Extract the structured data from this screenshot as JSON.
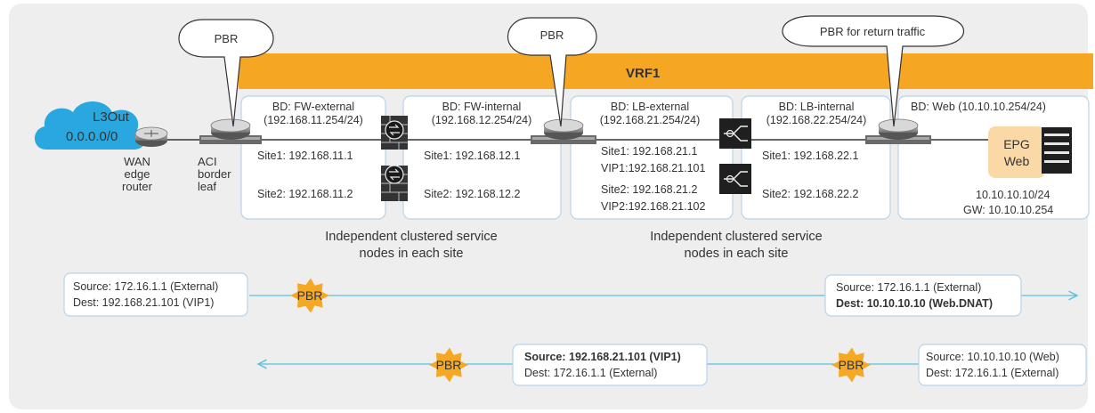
{
  "vrf": {
    "label": "VRF1"
  },
  "callouts": {
    "pbr1": "PBR",
    "pbr2": "PBR",
    "pbr3": "PBR for return traffic"
  },
  "cloud": {
    "line1": "L3Out",
    "line2": "0.0.0.0/0"
  },
  "wan_router": {
    "line1": "WAN",
    "line2": "edge",
    "line3": "router"
  },
  "border_leaf": {
    "line1": "ACI",
    "line2": "border",
    "line3": "leaf"
  },
  "bd_fw_external": {
    "title": "BD: FW-external",
    "subnet": "(192.168.11.254/24)",
    "site1": "Site1: 192.168.11.1",
    "site2": "Site2: 192.168.11.2"
  },
  "bd_fw_internal": {
    "title": "BD: FW-internal",
    "subnet": "(192.168.12.254/24)",
    "site1": "Site1: 192.168.12.1",
    "site2": "Site2: 192.168.12.2"
  },
  "bd_lb_external": {
    "title": "BD: LB-external",
    "subnet": "(192.168.21.254/24)",
    "site1": "Site1: 192.168.21.1",
    "vip1": "VIP1:192.168.21.101",
    "site2": "Site2: 192.168.21.2",
    "vip2": "VIP2:192.168.21.102"
  },
  "bd_lb_internal": {
    "title": "BD: LB-internal",
    "subnet": "(192.168.22.254/24)",
    "site1": "Site1: 192.168.22.1",
    "site2": "Site2: 192.168.22.2"
  },
  "bd_web": {
    "title": "BD: Web (10.10.10.254/24)",
    "epg_line1": "EPG",
    "epg_line2": "Web",
    "ip": "10.10.10.10/24",
    "gw": "GW: 10.10.10.254"
  },
  "cluster_note_1": {
    "line1": "Independent clustered service",
    "line2": "nodes in each site"
  },
  "cluster_note_2": {
    "line1": "Independent clustered service",
    "line2": "nodes in each site"
  },
  "flow1": {
    "left_box": {
      "line1": "Source: 172.16.1.1 (External)",
      "line2": "Dest: 192.168.21.101 (VIP1)"
    },
    "badge": "PBR",
    "right_box": {
      "line1": "Source: 172.16.1.1 (External)",
      "line2": "Dest: 10.10.10.10 (Web.DNAT)"
    }
  },
  "flow2": {
    "badge_left": "PBR",
    "mid_box": {
      "line1": "Source: 192.168.21.101 (VIP1)",
      "line2": "Dest: 172.16.1.1 (External)"
    },
    "badge_right": "PBR",
    "right_box": {
      "line1": "Source: 10.10.10.10 (Web)",
      "line2": "Dest: 172.16.1.1 (External)"
    }
  },
  "colors": {
    "background_panel": "#eeeeee",
    "vrf_bar": "#f5a623",
    "cloud": "#29a8e0",
    "pbr_badge": "#f7a823",
    "flow_line": "#5bc0de",
    "bd_box_border": "#b8d4ea",
    "epg_box": "#fbd9a6"
  }
}
